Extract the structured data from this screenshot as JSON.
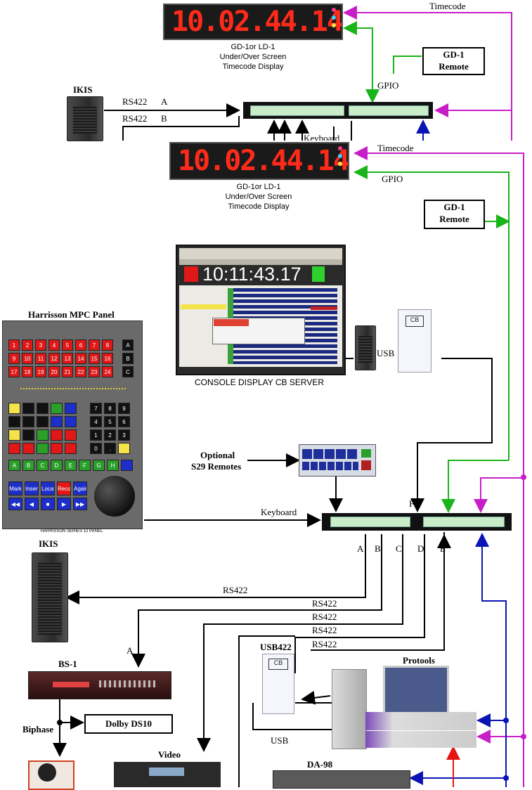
{
  "timecode_display": {
    "digits": "10.02.44.14",
    "caption_line1": "GD-1or LD-1",
    "caption_line2": "Under/Over Screen",
    "caption_line3": "Timecode Display"
  },
  "labels": {
    "timecode": "Timecode",
    "gd1_remote": "GD-1\nRemote",
    "gd1_top": "GD-1",
    "remote_top": "Remote",
    "gpio": "GPIO",
    "ikis": "IKIS",
    "rs422": "RS422",
    "port_a": "A",
    "port_b": "B",
    "port_c": "C",
    "port_d": "D",
    "port_e": "E",
    "port_f": "F",
    "keyboard": "Keyboard",
    "usb": "USB",
    "usb422": "USB422",
    "optional": "Optional",
    "s29_remotes": "S29 Remotes",
    "harrisson_mpc_panel": "Harrisson MPC Panel",
    "harrisson_series_panel": "HARRISSON SERIES 12 PANEL",
    "console_display": "CONSOLE DISPLAY CB SERVER",
    "console_clock": "10:11:43.17",
    "bs1": "BS-1",
    "biphase": "Biphase",
    "dolby": "Dolby DS10",
    "protools": "Protools",
    "video": "Video",
    "da98": "DA-98"
  },
  "mpc_panel": {
    "red_keys": [
      "1",
      "2",
      "3",
      "4",
      "5",
      "6",
      "7",
      "8",
      "9",
      "10",
      "11",
      "12",
      "13",
      "14",
      "15",
      "16",
      "17",
      "18",
      "19",
      "20",
      "21",
      "22",
      "23",
      "24"
    ],
    "side_keys": [
      "A",
      "B",
      "C"
    ],
    "numpad": [
      "7",
      "8",
      "9",
      "4",
      "5",
      "6",
      "1",
      "2",
      "3",
      "0",
      ".",
      ""
    ],
    "green_keys": [
      "A",
      "B",
      "C",
      "D",
      "E",
      "F",
      "G",
      "H"
    ],
    "bottom_keys": [
      "Mark",
      "Insert Replay",
      "Locate",
      "Record",
      "Again"
    ]
  },
  "colors": {
    "magenta": "#c81ec8",
    "green": "#19b419",
    "blue": "#0a14b4",
    "black": "#000000",
    "red": "#e61414"
  }
}
